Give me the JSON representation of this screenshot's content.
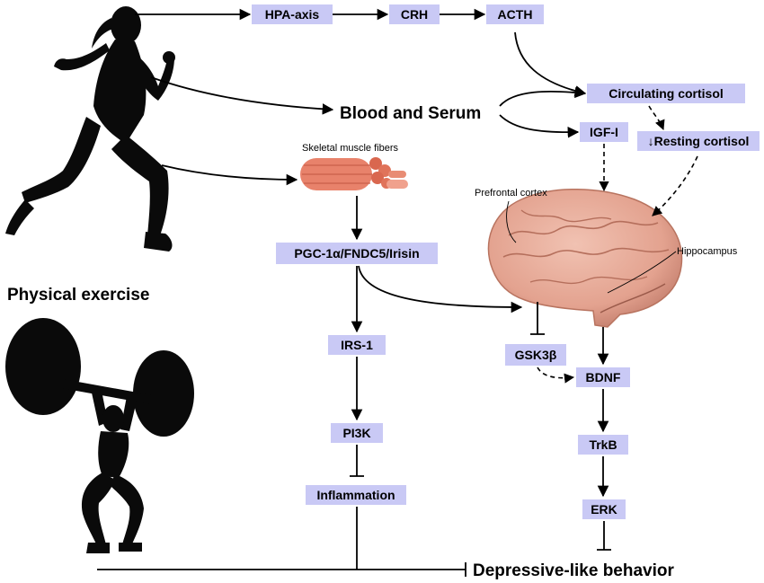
{
  "nodes": {
    "hpa_axis": "HPA-axis",
    "crh": "CRH",
    "acth": "ACTH",
    "circulating_cortisol": "Circulating cortisol",
    "igf1": "IGF-I",
    "resting_cortisol": "Resting cortisol",
    "resting_cortisol_prefix": "↓",
    "pgc1a": "PGC-1α/FNDC5/Irisin",
    "irs1": "IRS-1",
    "pi3k": "PI3K",
    "inflammation": "Inflammation",
    "gsk3b": "GSK3β",
    "bdnf": "BDNF",
    "trkb": "TrkB",
    "erk": "ERK"
  },
  "labels": {
    "blood_serum": "Blood and Serum",
    "skeletal_muscle": "Skeletal muscle fibers",
    "prefrontal_cortex": "Prefrontal cortex",
    "hippocampus": "Hippocampus",
    "physical_exercise": "Physical exercise",
    "depressive_behavior": "Depressive-like behavior"
  },
  "icons": {
    "runner": "runner-silhouette-icon",
    "weightlifter": "weightlifter-silhouette-icon",
    "muscle": "muscle-fibers-icon",
    "brain": "brain-icon"
  },
  "colors": {
    "node_fill": "#c9c9f5",
    "muscle": "#e8826b",
    "brain": "#e6a896",
    "silhouette": "#0a0a0a"
  }
}
